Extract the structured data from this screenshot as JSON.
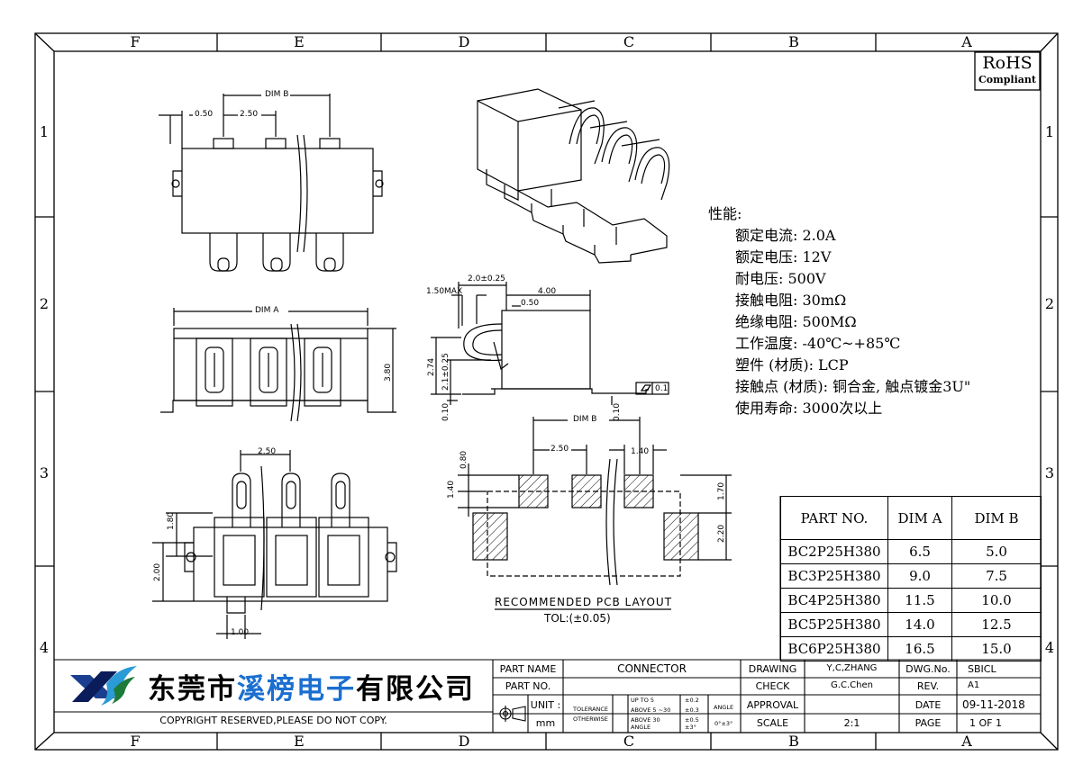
{
  "zones": {
    "columns": [
      "F",
      "E",
      "D",
      "C",
      "B",
      "A"
    ],
    "rows": [
      "1",
      "2",
      "3",
      "4"
    ]
  },
  "rohs": {
    "main": "RoHS",
    "sub": "Compliant"
  },
  "specs": {
    "heading": "性能:",
    "items": [
      "额定电流: 2.0A",
      "额定电压: 12V",
      "耐电压: 500V",
      "接触电阻: 30mΩ",
      "绝缘电阻: 500MΩ",
      "工作温度: -40℃~+85℃",
      "塑件 (材质): LCP",
      "接触点 (材质): 铜合金, 触点镀金3U\"",
      "使用寿命: 3000次以上"
    ]
  },
  "parts_table": {
    "headers": [
      "PART NO.",
      "DIM A",
      "DIM B"
    ],
    "rows": [
      [
        "BC2P25H380",
        "6.5",
        "5.0"
      ],
      [
        "BC3P25H380",
        "9.0",
        "7.5"
      ],
      [
        "BC4P25H380",
        "11.5",
        "10.0"
      ],
      [
        "BC5P25H380",
        "14.0",
        "12.5"
      ],
      [
        "BC6P25H380",
        "16.5",
        "15.0"
      ]
    ]
  },
  "dimensions": {
    "top_dim_b": "DIM B",
    "top_050": "0.50",
    "top_250": "2.50",
    "front_dim_a": "DIM A",
    "front_380": "3.80",
    "side_20": "2.0±0.25",
    "side_150": "1.50MAX",
    "side_400": "4.00",
    "side_050": "0.50",
    "side_274": "2.74",
    "side_21": "2.1±0.25",
    "side_010a": "0.10",
    "side_010b": "0.10",
    "flatness": "0.1",
    "pcb_dim_b": "DIM B",
    "pcb_080": "0.80",
    "pcb_250": "2.50",
    "pcb_140a": "1.40",
    "pcb_140b": "1.40",
    "pcb_170": "1.70",
    "pcb_220": "2.20",
    "bot_250": "2.50",
    "bot_180": "1.80",
    "bot_200": "2.00",
    "bot_100": "1.00"
  },
  "pcb_layout": {
    "title": "RECOMMENDED PCB LAYOUT",
    "tolerance": "TOL:(±0.05)"
  },
  "company": {
    "name_black1": "东莞市",
    "name_blue": "溪榜电子",
    "name_black2": "有限公司"
  },
  "copyright": "COPYRIGHT RESERVED,PLEASE DO NOT COPY.",
  "title_block": {
    "part_name_label": "PART NAME",
    "part_name": "CONNECTOR",
    "part_no_label": "PART NO.",
    "part_no": "",
    "unit_label": "UNIT :",
    "unit": "mm",
    "tolerance_label": "TOLERANCE",
    "otherwise_label": "OTHERWISE",
    "tol_rows": [
      [
        "UP TO 5",
        "±0.2"
      ],
      [
        "ABOVE 5 ~30",
        "±0.3"
      ],
      [
        "ABOVE 30",
        "±0.5"
      ]
    ],
    "angle_label": "ANGLE",
    "angle_tol": "±3°",
    "angle_col": "ANGLE",
    "angle_value": "0°±3°",
    "drawing_label": "DRAWING",
    "drawing": "Y,C,ZHANG",
    "check_label": "CHECK",
    "check": "G.C.Chen",
    "approval_label": "APPROVAL",
    "approval": "",
    "scale_label": "SCALE",
    "scale": "2:1",
    "dwg_label": "DWG.No.",
    "dwg": "SBICL",
    "rev_label": "REV.",
    "rev": "A1",
    "date_label": "DATE",
    "date": "09-11-2018",
    "page_label": "PAGE",
    "page": "1 OF 1"
  }
}
